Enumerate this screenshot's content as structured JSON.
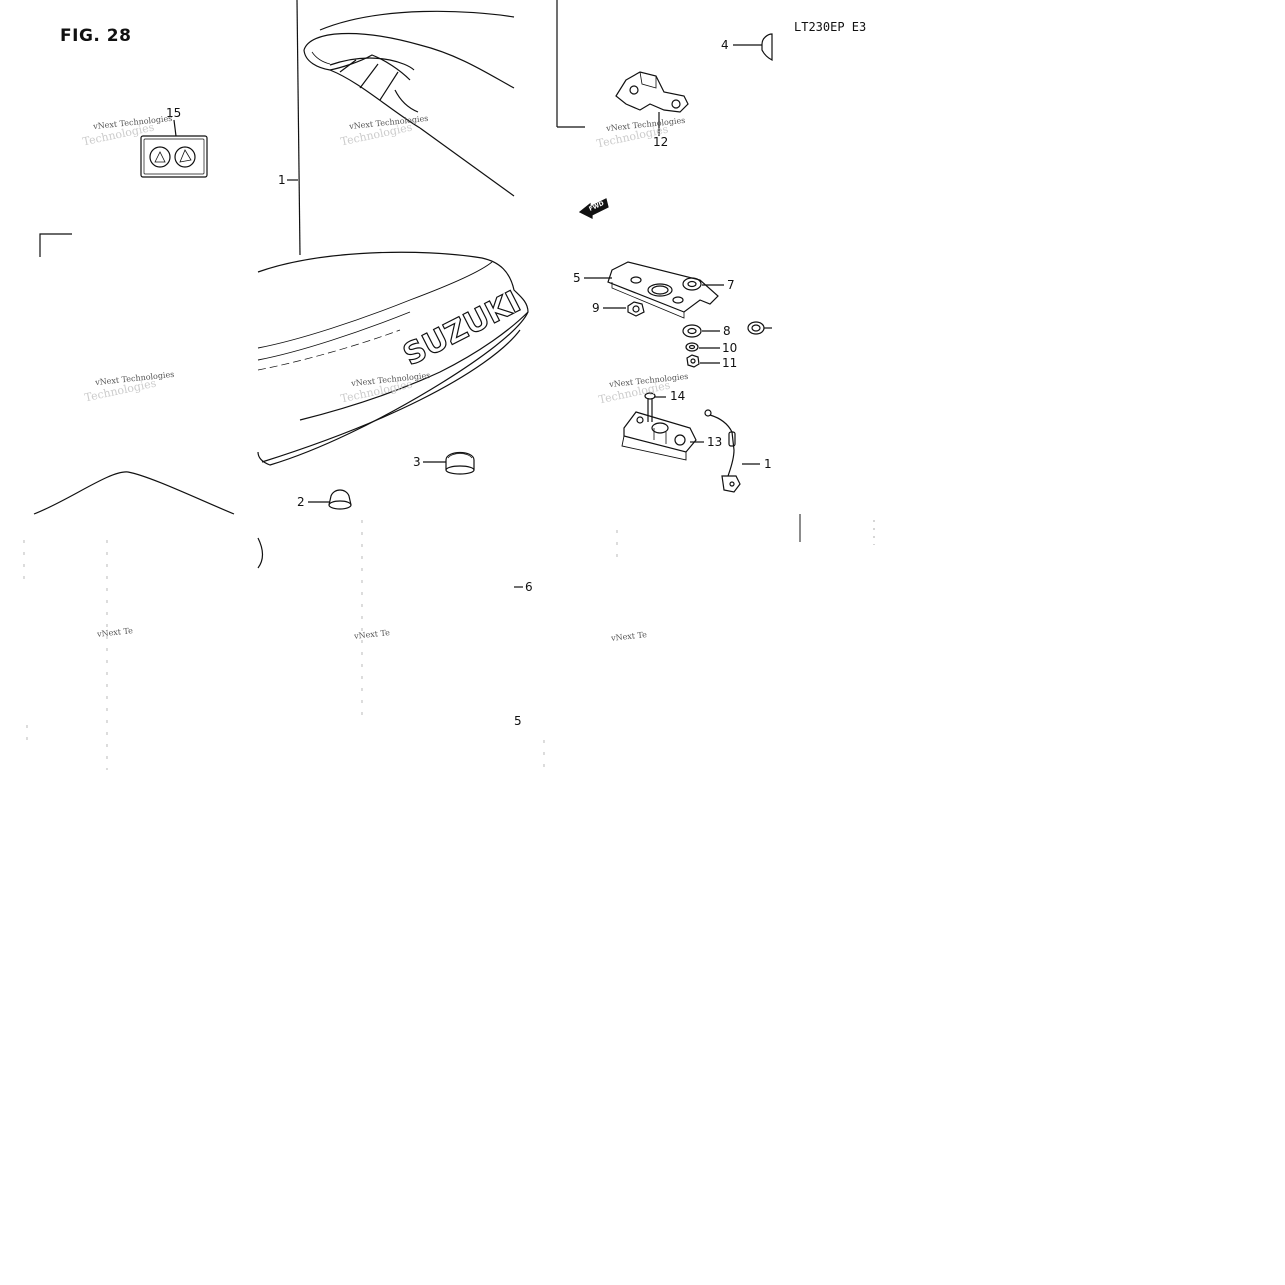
{
  "figure": {
    "title": "FIG. 28",
    "model": "LT230EP  E3"
  },
  "callouts": [
    {
      "id": "c1a",
      "label": "1"
    },
    {
      "id": "c1b",
      "label": "1"
    },
    {
      "id": "c2",
      "label": "2"
    },
    {
      "id": "c3",
      "label": "3"
    },
    {
      "id": "c4",
      "label": "4"
    },
    {
      "id": "c5a",
      "label": "5"
    },
    {
      "id": "c5b",
      "label": "5"
    },
    {
      "id": "c6",
      "label": "6"
    },
    {
      "id": "c7",
      "label": "7"
    },
    {
      "id": "c8",
      "label": "8"
    },
    {
      "id": "c9",
      "label": "9"
    },
    {
      "id": "c10",
      "label": "10"
    },
    {
      "id": "c11",
      "label": "11"
    },
    {
      "id": "c12",
      "label": "12"
    },
    {
      "id": "c13",
      "label": "13"
    },
    {
      "id": "c14",
      "label": "14"
    },
    {
      "id": "c15",
      "label": "15"
    }
  ],
  "seat_logo": "SUZUKI",
  "forward_arrow": "FWD",
  "watermark": {
    "line1": "vNext Technologies",
    "line2": "Technologies"
  },
  "watermark_partial": "vNext Te"
}
